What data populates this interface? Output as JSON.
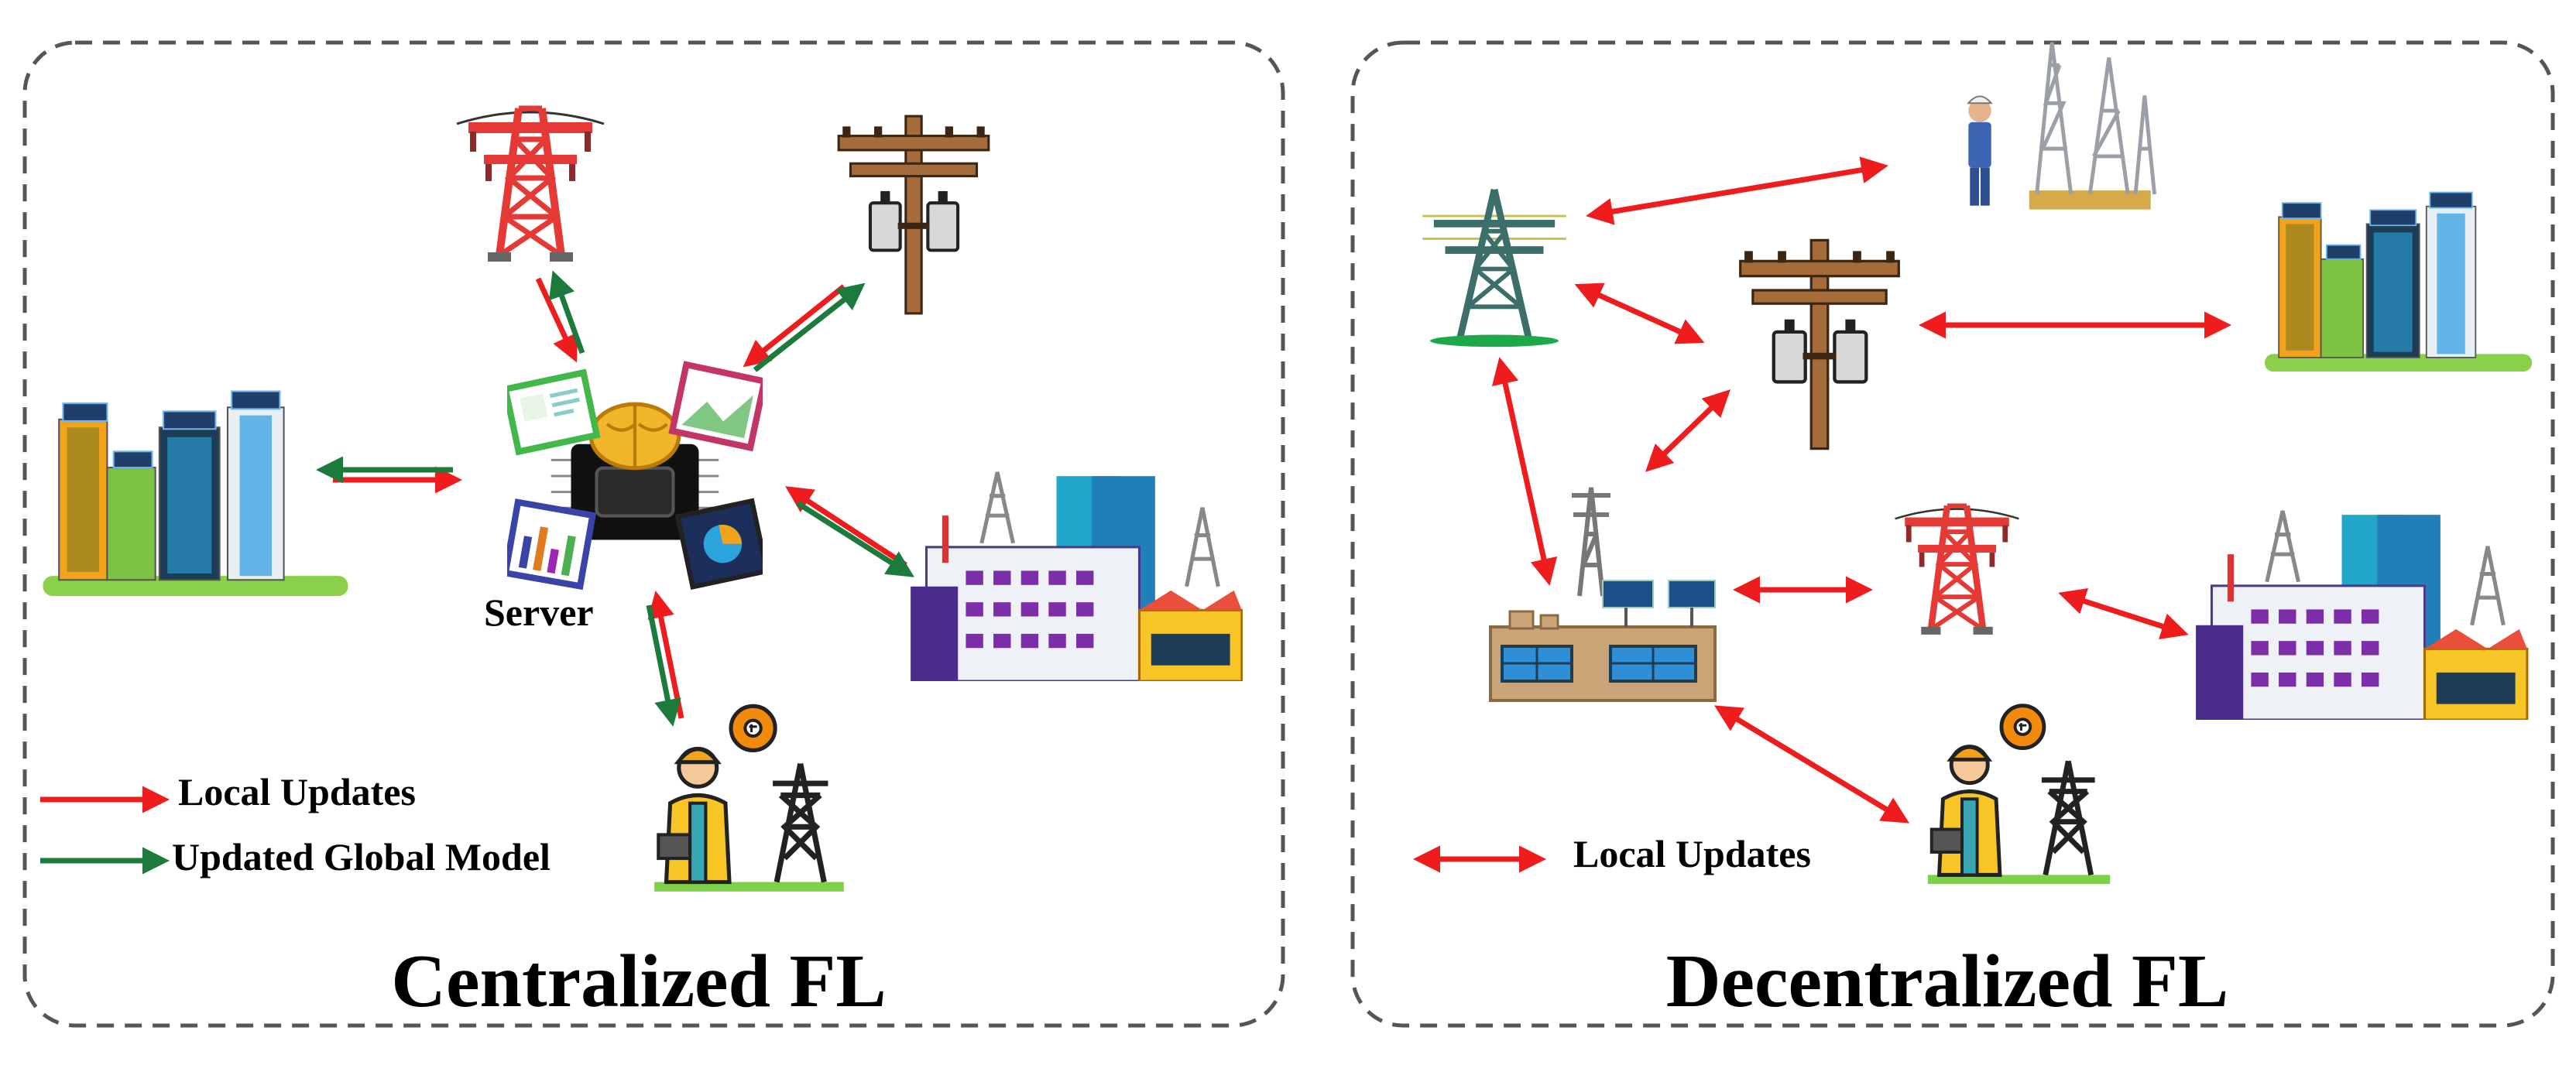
{
  "panels": {
    "centralized": {
      "title": "Centralized FL",
      "server_label": "Server",
      "legend": {
        "local": "Local Updates",
        "global": "Updated Global Model"
      }
    },
    "decentralized": {
      "title": "Decentralized FL",
      "legend": {
        "local": "Local Updates"
      }
    }
  },
  "colors": {
    "local_arrow": "#ee1c1c",
    "global_arrow": "#1c7a3c",
    "panel_border": "#555555"
  }
}
